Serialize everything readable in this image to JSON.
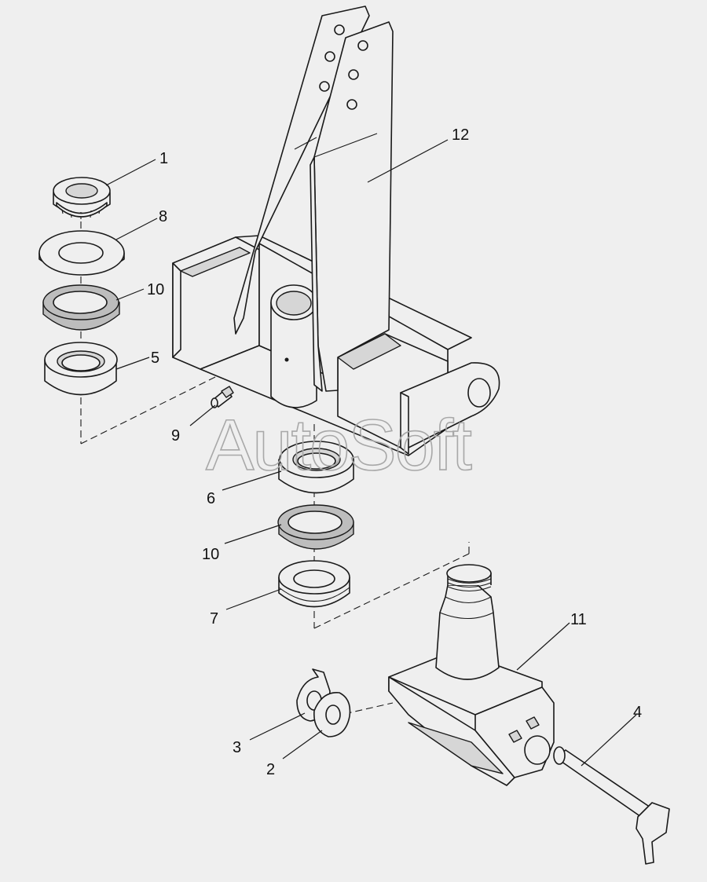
{
  "watermark": "AutoSoft",
  "callouts": [
    {
      "id": "c1",
      "label": "1"
    },
    {
      "id": "c8",
      "label": "8"
    },
    {
      "id": "c10a",
      "label": "10"
    },
    {
      "id": "c5",
      "label": "5"
    },
    {
      "id": "c9",
      "label": "9"
    },
    {
      "id": "c6",
      "label": "6"
    },
    {
      "id": "c10b",
      "label": "10"
    },
    {
      "id": "c7",
      "label": "7"
    },
    {
      "id": "c12",
      "label": "12"
    },
    {
      "id": "c11",
      "label": "11"
    },
    {
      "id": "c4",
      "label": "4"
    },
    {
      "id": "c3",
      "label": "3"
    },
    {
      "id": "c2",
      "label": "2"
    }
  ]
}
